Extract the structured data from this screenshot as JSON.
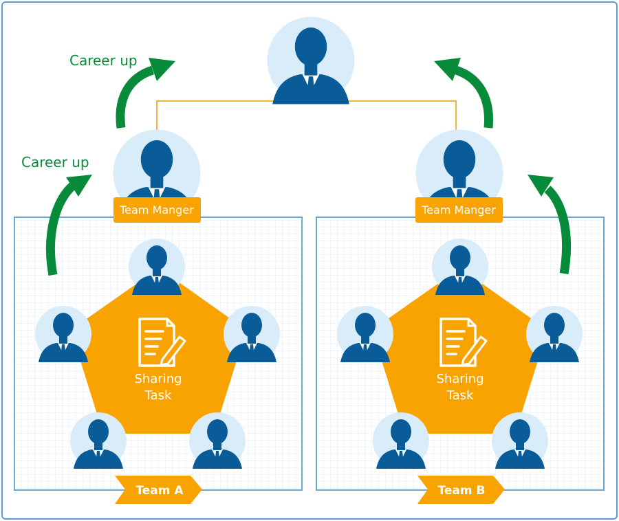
{
  "labels": {
    "career_up_top": "Career up",
    "career_up_left": "Career up",
    "manager_left": "Team Manger",
    "manager_right": "Team Manger",
    "task_left_line1": "Sharing",
    "task_left_line2": "Task",
    "task_right_line1": "Sharing",
    "task_right_line2": "Task",
    "team_a": "Team A",
    "team_b": "Team B"
  },
  "colors": {
    "frame": "#5b9bd5",
    "panel_border": "#6aa9d8",
    "grid": "#e6edf3",
    "avatar_bg": "#d9ecf9",
    "person": "#0a5c99",
    "orange": "#f8a300",
    "connector": "#f0b43c",
    "arrow_green": "#078a3a",
    "white": "#ffffff"
  },
  "icons": [
    "person-icon",
    "document-pen-icon",
    "curved-arrow-icon"
  ]
}
